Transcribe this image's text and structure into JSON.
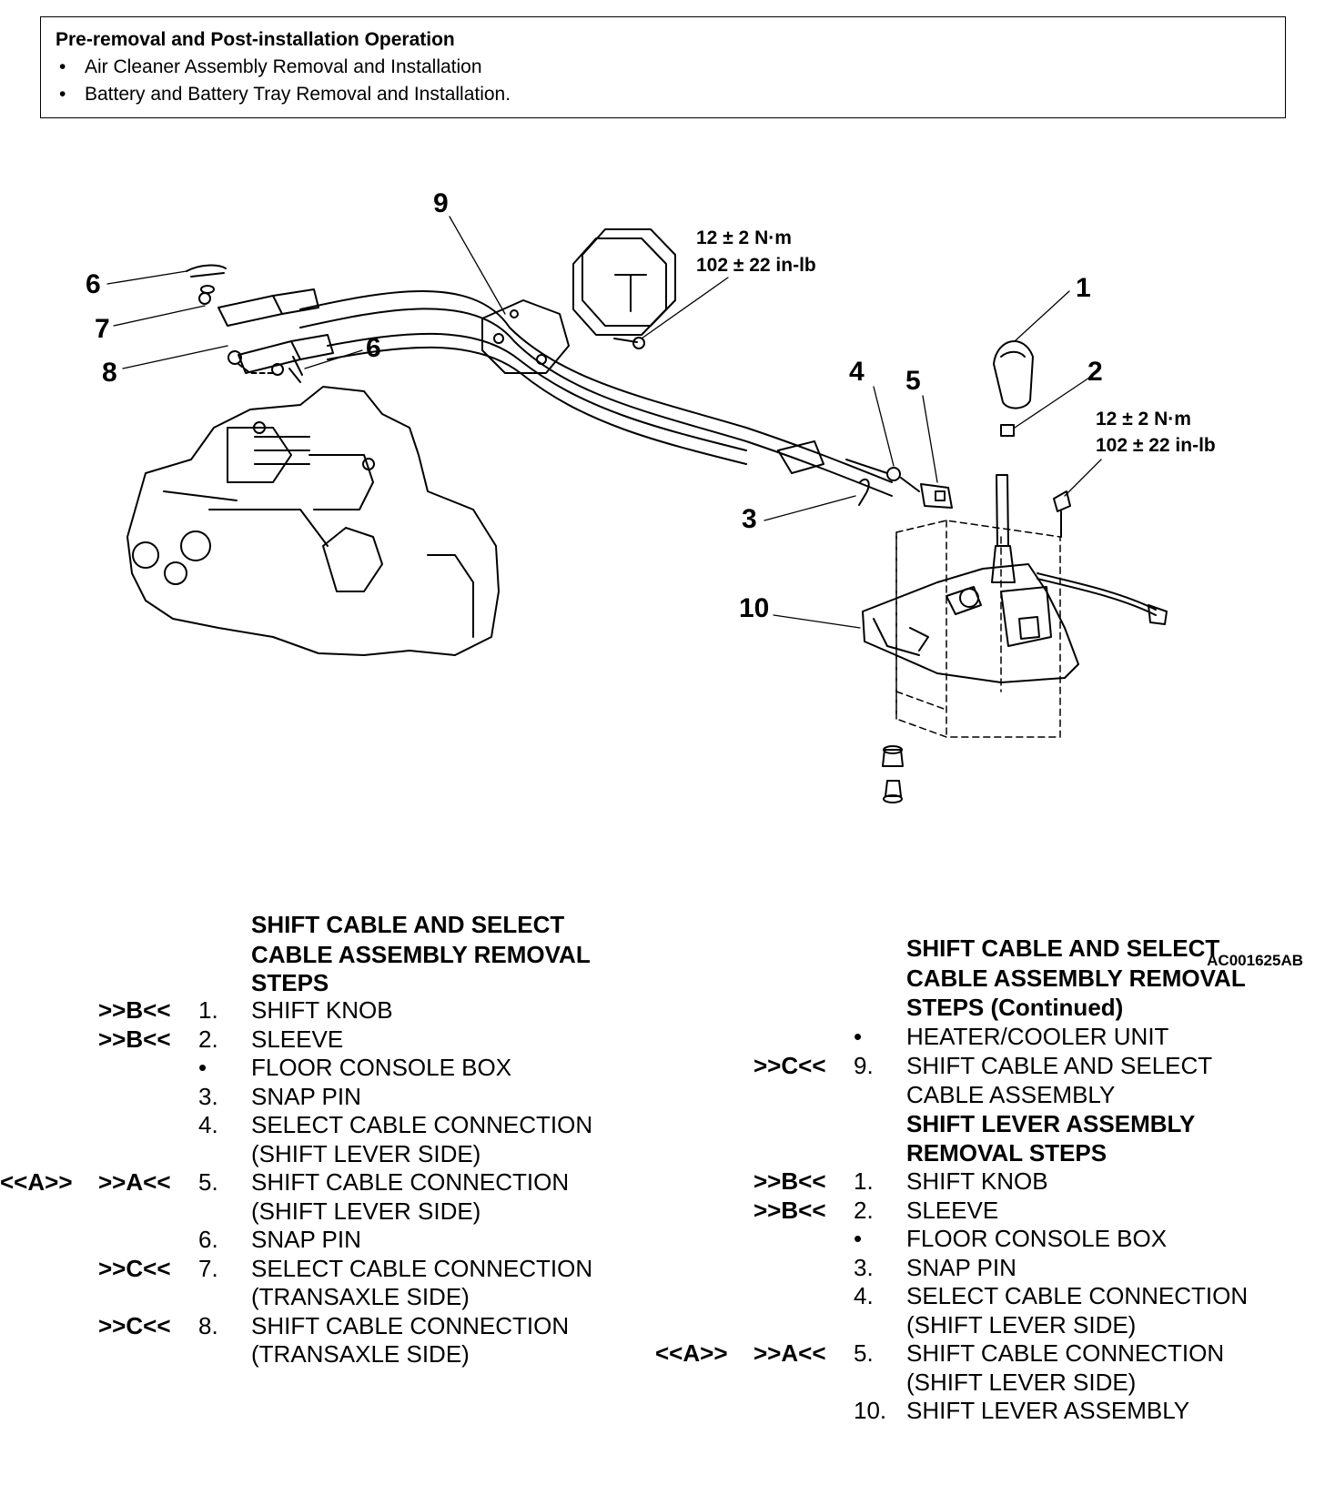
{
  "pre_box": {
    "title": "Pre-removal and Post-installation Operation",
    "items": [
      "Air Cleaner Assembly Removal and Installation",
      "Battery and Battery Tray Removal and Installation."
    ]
  },
  "diagram": {
    "torque_1_line1": "12 ± 2 N·m",
    "torque_1_line2": "102 ± 22 in-lb",
    "torque_2_line1": "12 ± 2 N·m",
    "torque_2_line2": "102 ± 22 in-lb",
    "callouts": [
      "1",
      "2",
      "3",
      "4",
      "5",
      "6",
      "6",
      "7",
      "8",
      "9",
      "10"
    ],
    "code": "AC001625AB"
  },
  "left_list": {
    "heading": [
      "SHIFT CABLE AND SELECT",
      "CABLE ASSEMBLY REMOVAL",
      "STEPS"
    ],
    "rows": [
      {
        "c1": "",
        "c2": ">>B<<",
        "num": "1.",
        "text": "SHIFT KNOB"
      },
      {
        "c1": "",
        "c2": ">>B<<",
        "num": "2.",
        "text": "SLEEVE"
      },
      {
        "c1": "",
        "c2": "",
        "num": "•",
        "text": "FLOOR CONSOLE BOX"
      },
      {
        "c1": "",
        "c2": "",
        "num": "3.",
        "text": "SNAP PIN"
      },
      {
        "c1": "",
        "c2": "",
        "num": "4.",
        "text": "SELECT CABLE CONNECTION"
      },
      {
        "c1": "",
        "c2": "",
        "num": "",
        "text": "(SHIFT LEVER SIDE)"
      },
      {
        "c1": "<<A>>",
        "c2": ">>A<<",
        "num": "5.",
        "text": "SHIFT CABLE CONNECTION"
      },
      {
        "c1": "",
        "c2": "",
        "num": "",
        "text": "(SHIFT LEVER SIDE)"
      },
      {
        "c1": "",
        "c2": "",
        "num": "6.",
        "text": "SNAP PIN"
      },
      {
        "c1": "",
        "c2": ">>C<<",
        "num": "7.",
        "text": "SELECT CABLE CONNECTION"
      },
      {
        "c1": "",
        "c2": "",
        "num": "",
        "text": "(TRANSAXLE SIDE)"
      },
      {
        "c1": "",
        "c2": ">>C<<",
        "num": "8.",
        "text": "SHIFT CABLE CONNECTION"
      },
      {
        "c1": "",
        "c2": "",
        "num": "",
        "text": "(TRANSAXLE SIDE)"
      }
    ]
  },
  "right_list": {
    "heading": [
      "SHIFT CABLE AND SELECT",
      "CABLE ASSEMBLY REMOVAL",
      "STEPS (Continued)"
    ],
    "rows_a": [
      {
        "c1": "",
        "c2": "",
        "num": "•",
        "text": "HEATER/COOLER UNIT"
      },
      {
        "c1": "",
        "c2": ">>C<<",
        "num": "9.",
        "text": "SHIFT CABLE AND SELECT"
      },
      {
        "c1": "",
        "c2": "",
        "num": "",
        "text": "CABLE ASSEMBLY"
      }
    ],
    "heading2": [
      "SHIFT LEVER ASSEMBLY",
      "REMOVAL STEPS"
    ],
    "rows_b": [
      {
        "c1": "",
        "c2": ">>B<<",
        "num": "1.",
        "text": "SHIFT KNOB"
      },
      {
        "c1": "",
        "c2": ">>B<<",
        "num": "2.",
        "text": "SLEEVE"
      },
      {
        "c1": "",
        "c2": "",
        "num": "•",
        "text": "FLOOR CONSOLE BOX"
      },
      {
        "c1": "",
        "c2": "",
        "num": "3.",
        "text": "SNAP PIN"
      },
      {
        "c1": "",
        "c2": "",
        "num": "4.",
        "text": "SELECT CABLE CONNECTION"
      },
      {
        "c1": "",
        "c2": "",
        "num": "",
        "text": "(SHIFT LEVER SIDE)"
      },
      {
        "c1": "<<A>>",
        "c2": ">>A<<",
        "num": "5.",
        "text": "SHIFT CABLE CONNECTION"
      },
      {
        "c1": "",
        "c2": "",
        "num": "",
        "text": "(SHIFT LEVER SIDE)"
      },
      {
        "c1": "",
        "c2": "",
        "num": "10.",
        "text": "SHIFT LEVER ASSEMBLY"
      }
    ]
  }
}
